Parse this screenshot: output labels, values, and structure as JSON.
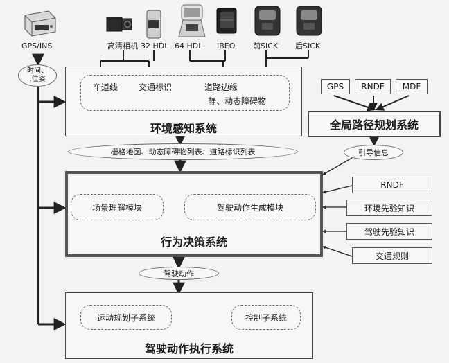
{
  "sensors": [
    {
      "label": "GPS/INS",
      "icon": "gps-ins-device-icon"
    },
    {
      "label": "高清相机",
      "icon": "hd-camera-icon"
    },
    {
      "label": "32 HDL",
      "icon": "lidar-32hdl-icon"
    },
    {
      "label": "64 HDL",
      "icon": "lidar-64hdl-icon"
    },
    {
      "label": "IBEO",
      "icon": "ibeo-lidar-icon"
    },
    {
      "label": "前SICK",
      "icon": "front-sick-lidar-icon"
    },
    {
      "label": "后SICK",
      "icon": "rear-sick-lidar-icon"
    }
  ],
  "time_pose": "时间、\n.位姿",
  "perception": {
    "title": "环境感知系统",
    "items": [
      "车道线",
      "交通标识",
      "道路边缘",
      "静、动态障碍物"
    ]
  },
  "perception_output": "栅格地图、动态障碍物列表、道路标识列表",
  "global_planning": {
    "title": "全局路径规划系统",
    "inputs": [
      "GPS",
      "RNDF",
      "MDF"
    ],
    "output": "引导信息"
  },
  "behavior": {
    "title": "行为决策系统",
    "modules": [
      "场景理解模块",
      "驾驶动作生成模块"
    ]
  },
  "knowledge_inputs": [
    "RNDF",
    "环境先验知识",
    "驾驶先验知识",
    "交通规则"
  ],
  "behavior_output": "驾驶动作",
  "execution": {
    "title": "驾驶动作执行系统",
    "modules": [
      "运动规划子系统",
      "控制子系统"
    ]
  },
  "colors": {
    "line": "#222222",
    "box_border": "#444444",
    "background": "#f3f3f1"
  }
}
